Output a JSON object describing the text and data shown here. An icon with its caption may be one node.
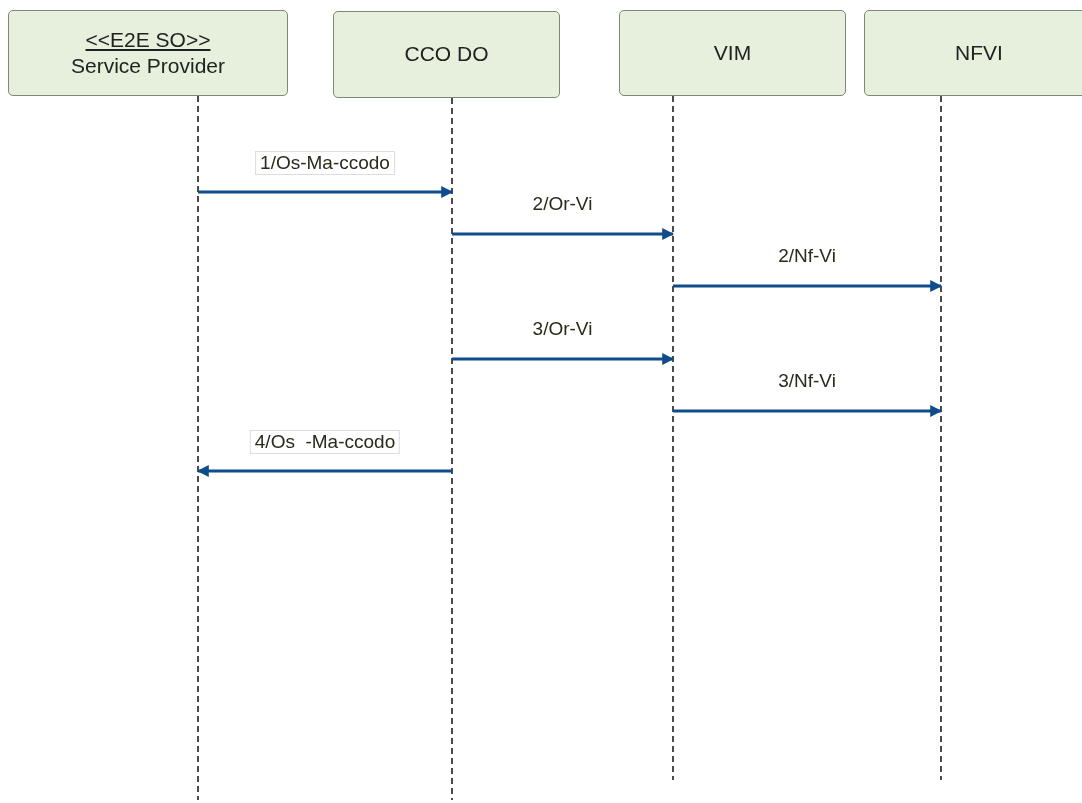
{
  "diagram": {
    "nodes": [
      {
        "text": [
          "<<E2E SO>>",
          "Service Provider"
        ]
      },
      {
        "text": [
          "CCO DO"
        ]
      },
      {
        "text": [
          "VIM"
        ]
      },
      {
        "text": [
          "NFVI"
        ]
      }
    ],
    "edges": [
      {
        "from": 0,
        "to": 1,
        "arrow": "to",
        "label": "1/Os-Ma-ccodo"
      },
      {
        "from": 1,
        "to": 2,
        "arrow": "to",
        "label": "2/Or-Vi"
      },
      {
        "from": 2,
        "to": 3,
        "arrow": "to",
        "label": "2/Nf-Vi"
      },
      {
        "from": 1,
        "to": 2,
        "arrow": "to",
        "label": "3/Or-Vi"
      },
      {
        "from": 2,
        "to": 3,
        "arrow": "to",
        "label": "3/Nf-Vi"
      },
      {
        "from": 1,
        "to": 0,
        "arrow": "to",
        "label": "4/Os  -Ma-ccodo"
      }
    ]
  }
}
